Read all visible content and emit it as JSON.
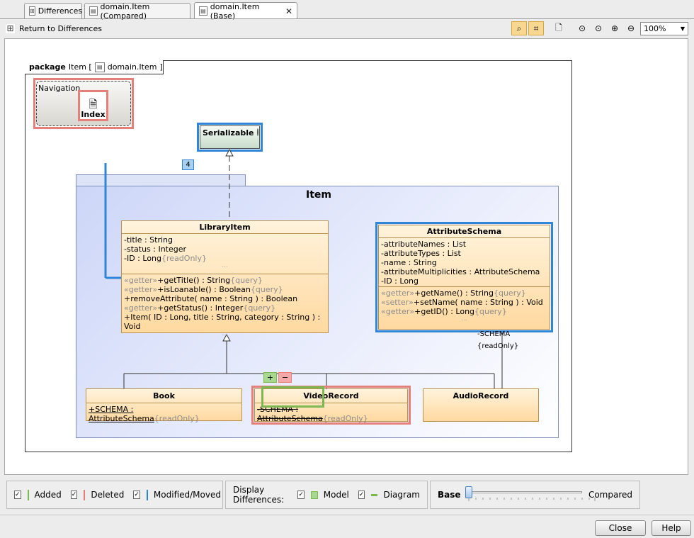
{
  "tabs": [
    {
      "label": "Differences",
      "icon": "tree-icon"
    },
    {
      "label": "domain.Item (Compared)",
      "icon": "diagram-icon"
    },
    {
      "label": "domain.Item (Base)",
      "icon": "diagram-icon",
      "close": "✕"
    }
  ],
  "toolbar": {
    "return_label": "Return to Differences",
    "zoom_value": "100%"
  },
  "diagram": {
    "frame_keyword": "package",
    "frame_name": "Item [",
    "frame_ref": "domain.Item",
    "frame_close": "]",
    "navigation": {
      "title": "Navigation",
      "index_label": "Index"
    },
    "serializable_label": "Serializable",
    "tag_number": "4",
    "item_package_label": "Item",
    "library_item": {
      "name": "LibraryItem",
      "attributes": [
        {
          "text": "-title : String",
          "extra": ""
        },
        {
          "text": "-status : Integer",
          "extra": ""
        },
        {
          "text": "-ID : Long",
          "extra": "{readOnly}"
        }
      ],
      "operations": [
        {
          "stereo": "«getter»",
          "text": "+getTitle() : String",
          "extra": "{query}"
        },
        {
          "stereo": "«getter»",
          "text": "+isLoanable() : Boolean",
          "extra": "{query}"
        },
        {
          "stereo": "",
          "text": "+removeAttribute( name : String ) : Boolean",
          "extra": ""
        },
        {
          "stereo": "«getter»",
          "text": "+getStatus() : Integer",
          "extra": "{query}"
        },
        {
          "stereo": "",
          "text": "+Item( ID : Long, title : String, category : String ) : Void",
          "extra": ""
        }
      ]
    },
    "attribute_schema": {
      "name": "AttributeSchema",
      "attributes": [
        {
          "text": "-attributeNames : List"
        },
        {
          "text": "-attributeTypes : List"
        },
        {
          "text": "-name : String"
        },
        {
          "text": "-attributeMultiplicities : AttributeSchema"
        },
        {
          "text": "-ID : Long"
        }
      ],
      "operations": [
        {
          "stereo": "«getter»",
          "text": "+getName() : String",
          "extra": "{query}"
        },
        {
          "stereo": "«setter»",
          "text": "+setName( name : String ) : Void",
          "extra": ""
        },
        {
          "stereo": "«getter»",
          "text": "+getID() : Long",
          "extra": "{query}"
        }
      ]
    },
    "schema_role": "-SCHEMA",
    "schema_readonly": "{readOnly}",
    "book": {
      "name": "Book",
      "attr": "+SCHEMA : AttributeSchema",
      "extra": "{readOnly}"
    },
    "video_record": {
      "name": "VideoRecord",
      "attr": "-SCHEMA : AttributeSchema",
      "extra": "{readOnly}"
    },
    "audio_record": {
      "name": "AudioRecord"
    },
    "added_marker": "+",
    "deleted_marker": "−",
    "ellipsis": "..."
  },
  "legend": {
    "added": "Added",
    "deleted": "Deleted",
    "modified": "Modified/Moved"
  },
  "display": {
    "label": "Display Differences:",
    "model": "Model",
    "diagram": "Diagram"
  },
  "slider": {
    "base": "Base",
    "compared": "Compared",
    "position": 0
  },
  "buttons": {
    "close": "Close",
    "help": "Help"
  },
  "colors": {
    "added": "#a8d890",
    "deleted": "#f4a8a8",
    "modified": "#a8d0f0",
    "added_border": "#7cb850",
    "deleted_border": "#e47f7a",
    "modified_border": "#2f86d8"
  }
}
